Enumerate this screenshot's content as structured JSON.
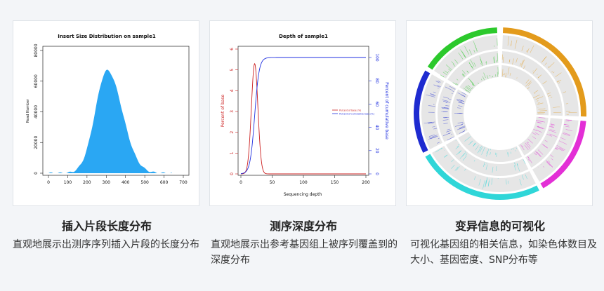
{
  "cards": [
    {
      "title": "插入片段长度分布",
      "desc": "直观地展示出测序序列插入片段的长度分布",
      "chart": {
        "title": "Insert Size Distribution on sample1",
        "ylabel": "Read Number",
        "xticks": [
          "0",
          "100",
          "200",
          "300",
          "400",
          "500",
          "600",
          "700"
        ],
        "yticks": [
          "0",
          "20000",
          "40000",
          "60000",
          "80000"
        ],
        "color": "#2aa7f3"
      }
    },
    {
      "title": "测序深度分布",
      "desc": "直观地展示出参考基因组上被序列覆盖到的深度分布",
      "chart": {
        "title": "Depth of sample1",
        "xlabel": "Sequencing depth",
        "ylabel_left": "Percent of base",
        "ylabel_right": "Percent of cumulative base",
        "xticks": [
          "0",
          "50",
          "100",
          "150",
          "200"
        ],
        "yticks_left": [
          "0",
          "1",
          "2",
          "3",
          "4",
          "5",
          "6"
        ],
        "yticks_right": [
          "0",
          "20",
          "40",
          "60",
          "80",
          "100"
        ],
        "legend": [
          "Percent of base (%)",
          "Percent of cumulative base (%)"
        ],
        "red": "#cc2020",
        "blue": "#1f2fe0"
      }
    },
    {
      "title": "变异信息的可视化",
      "desc": "可视化基因组的相关信息，如染色体数目及大小、基因密度、SNP分布等",
      "chart": {
        "segment_colors": [
          "#e39b1c",
          "#e32fd6",
          "#2fd6d8",
          "#1e2bd0",
          "#2cc92c"
        ]
      }
    }
  ]
}
